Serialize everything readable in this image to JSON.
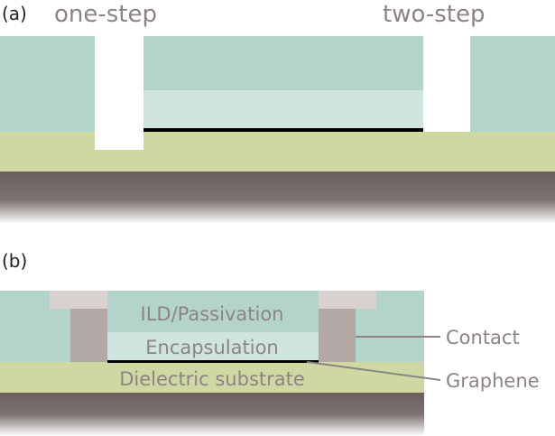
{
  "colors": {
    "ild": "#b3d4cb",
    "encapsulation": "#cfe4de",
    "dielectric": "#cfd7a3",
    "graphene": "#000000",
    "contact": "#b4a8a7",
    "contact_cap": "#d9d2d0",
    "substrate": "#6a5f5d",
    "text_gray": "#8c8482",
    "label_dark": "#222222"
  },
  "panel_a": {
    "label": "(a)",
    "one_step": "one-step",
    "two_step": "two-step"
  },
  "panel_b": {
    "label": "(b)",
    "ild": "ILD/Passivation",
    "encapsulation": "Encapsulation",
    "dielectric": "Dielectric substrate",
    "contact": "Contact",
    "graphene": "Graphene"
  }
}
